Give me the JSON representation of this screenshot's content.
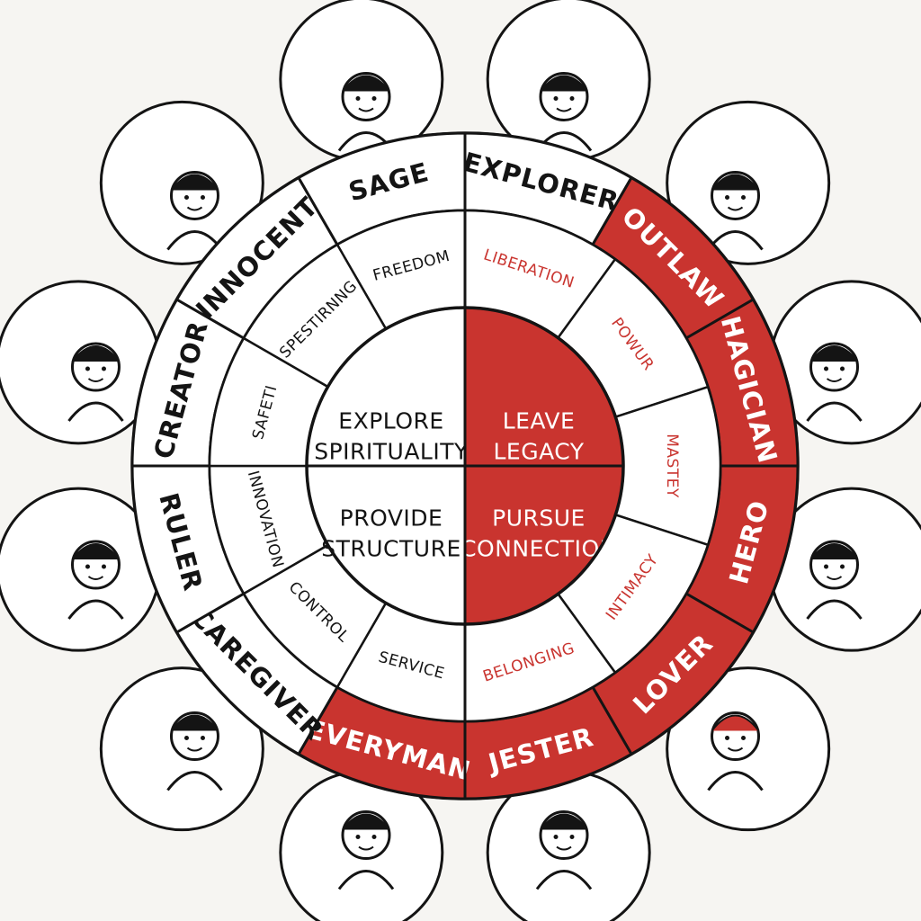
{
  "colors": {
    "accent": "#c9342f",
    "ink": "#141414",
    "paper": "#f6f5f2",
    "light": "#ffffff"
  },
  "outer_ring": [
    {
      "label": "EXPLORER",
      "accent": false
    },
    {
      "label": "OUTLAW",
      "accent": true
    },
    {
      "label": "HAGICIAN",
      "accent": true
    },
    {
      "label": "HERO",
      "accent": true
    },
    {
      "label": "LOVER",
      "accent": true
    },
    {
      "label": "JESTER",
      "accent": true
    },
    {
      "label": "EVERYMAN",
      "accent": true
    },
    {
      "label": "CAREGIVER",
      "accent": false
    },
    {
      "label": "RULER",
      "accent": false
    },
    {
      "label": "CREATOR",
      "accent": false
    },
    {
      "label": "INNOCENT",
      "accent": false
    },
    {
      "label": "SAGE",
      "accent": false
    }
  ],
  "middle_ring": [
    {
      "label": "FREEDOM",
      "accent": false
    },
    {
      "label": "LIBERATION",
      "accent": true
    },
    {
      "label": "POWUR",
      "accent": true
    },
    {
      "label": "MASTEY",
      "accent": true
    },
    {
      "label": "INTIMACY",
      "accent": true
    },
    {
      "label": "BELONGING",
      "accent": true
    },
    {
      "label": "SERVICE",
      "accent": false
    },
    {
      "label": "CONTROL",
      "accent": false
    },
    {
      "label": "INNOVATION",
      "accent": false
    },
    {
      "label": "SAFETI",
      "accent": false
    },
    {
      "label": "SPESTIRNNG",
      "accent": false
    }
  ],
  "core": [
    {
      "line1": "EXPLORE",
      "line2": "SPIRITUALITY",
      "accent": false
    },
    {
      "line1": "LEAVE",
      "line2": "LEGACY",
      "accent": true
    },
    {
      "line1": "PURSUE",
      "line2": "CONNECTION",
      "accent": true
    },
    {
      "line1": "PROVIDE",
      "line2": "STRUCTURE",
      "accent": false
    }
  ],
  "portraits": [
    {
      "icon": "scholar-with-glasses-icon"
    },
    {
      "icon": "bearded-man-in-hat-icon"
    },
    {
      "icon": "woman-with-red-bow-icon"
    },
    {
      "icon": "bearded-man-in-bandana-icon"
    },
    {
      "icon": "man-in-red-cap-icon"
    },
    {
      "icon": "bearded-man-in-beanie-icon"
    },
    {
      "icon": "young-man-icon"
    },
    {
      "icon": "woman-with-curly-hair-icon"
    },
    {
      "icon": "man-in-suit-thumbs-up-icon"
    },
    {
      "icon": "hand-with-heart-icon"
    },
    {
      "icon": "smiling-woman-icon"
    },
    {
      "icon": "woman-with-long-hair-icon"
    }
  ]
}
